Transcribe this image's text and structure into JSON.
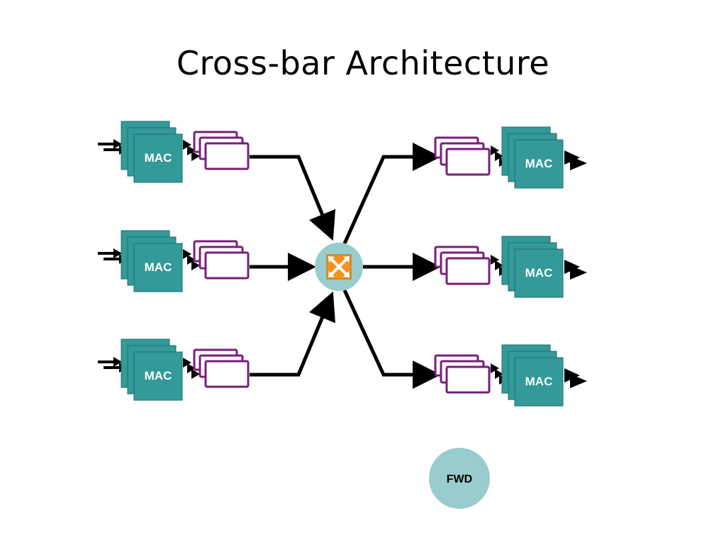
{
  "slide": {
    "title": "Cross-bar Architecture"
  },
  "ports": {
    "input_mac_label": "MAC",
    "output_mac_label": "MAC"
  },
  "forwarding": {
    "label": "FWD"
  },
  "colors": {
    "mac_fill": "#339999",
    "mac_stroke": "#1f6f6f",
    "queue_stroke": "#7a1f7a",
    "queue_fill": "#ffffff",
    "crossbar_circle": "#99cccc",
    "crossbar_icon": "#f5921e",
    "fwd_circle": "#99cccc",
    "arrow": "#000000"
  },
  "icons": {
    "crossbar": "crossbar-switch-icon"
  }
}
